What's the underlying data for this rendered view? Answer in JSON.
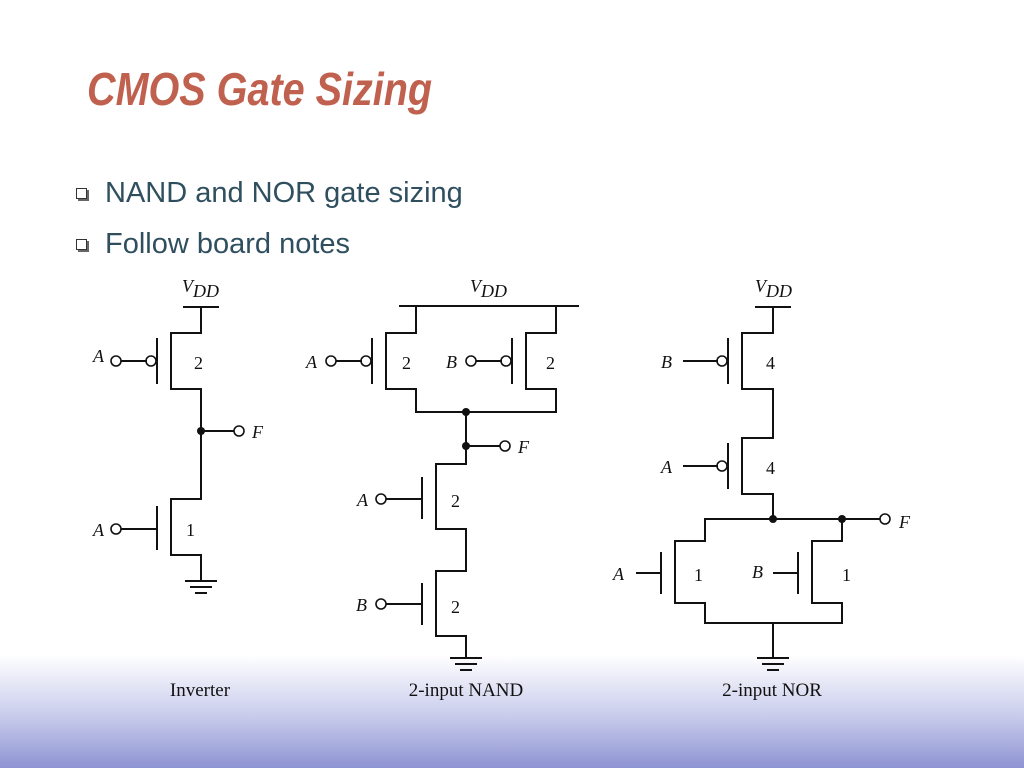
{
  "slide": {
    "title": "CMOS Gate Sizing",
    "bullets": [
      "NAND and NOR gate sizing",
      "Follow board notes"
    ]
  },
  "diagram": {
    "supply": {
      "symbol": "V",
      "subscript": "DD"
    },
    "inverter": {
      "caption": "Inverter",
      "pmos": {
        "input": "A",
        "size": "2"
      },
      "nmos": {
        "input": "A",
        "size": "1"
      },
      "output": "F"
    },
    "nand": {
      "caption": "2-input NAND",
      "pmos": [
        {
          "input": "A",
          "size": "2"
        },
        {
          "input": "B",
          "size": "2"
        }
      ],
      "nmos": [
        {
          "input": "A",
          "size": "2"
        },
        {
          "input": "B",
          "size": "2"
        }
      ],
      "output": "F"
    },
    "nor": {
      "caption": "2-input NOR",
      "pmos": [
        {
          "input": "B",
          "size": "4"
        },
        {
          "input": "A",
          "size": "4"
        }
      ],
      "nmos": [
        {
          "input": "A",
          "size": "1"
        },
        {
          "input": "B",
          "size": "1"
        }
      ],
      "output": "F"
    }
  },
  "colors": {
    "title": "#c0614f",
    "bullet_text": "#2f4f5f",
    "footer_band": "#8e93d3"
  }
}
